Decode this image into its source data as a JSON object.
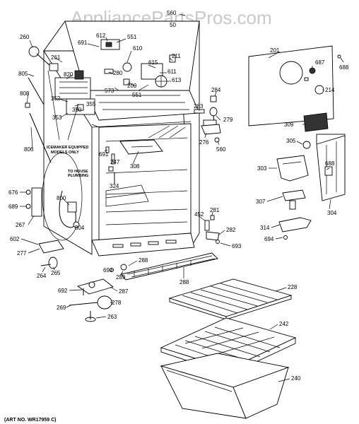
{
  "watermark": "AppliancePartsPros.com",
  "art_number": "(ART NO. WR17959 C)",
  "icemaker_note": [
    "ICEMAKER EQUIPPED",
    "MODELS ONLY"
  ],
  "house_note": [
    "TO HOUSE",
    "PLUMBING"
  ],
  "callouts": {
    "c260": "260",
    "c261": "261",
    "c691a": "691",
    "c612": "612",
    "c551a": "551",
    "c560a": "560",
    "c50": "50",
    "c610": "610",
    "c211": "211",
    "c615": "615",
    "c611": "611",
    "c613": "613",
    "c551b": "551",
    "c280": "280",
    "c209": "209",
    "c573": "573",
    "c805": "805",
    "c820": "820",
    "c808": "808",
    "c352": "352",
    "c355": "355",
    "c350": "350",
    "c353": "353",
    "c806": "806",
    "c201": "201",
    "c687": "687",
    "c688a": "688",
    "c214": "214",
    "c284": "284",
    "c283": "283",
    "c279": "279",
    "c276": "276",
    "c560b": "560",
    "c309": "309",
    "c305": "305",
    "c303": "303",
    "c688b": "688",
    "c307": "307",
    "c304": "304",
    "c314": "314",
    "c694": "694",
    "c691b": "691",
    "c247": "247",
    "c308": "308",
    "c324": "324",
    "c676": "676",
    "c689": "689",
    "c800": "800",
    "c267": "267",
    "c804": "804",
    "c602": "602",
    "c277": "277",
    "c264": "264",
    "c265": "265",
    "c452": "452",
    "c281": "281",
    "c282": "282",
    "c693": "693",
    "c691c": "691",
    "c289": "289",
    "c288a": "288",
    "c288b": "288",
    "c692": "692",
    "c287": "287",
    "c269": "269",
    "c278": "278",
    "c263": "263",
    "c228": "228",
    "c242": "242",
    "c240": "240"
  }
}
